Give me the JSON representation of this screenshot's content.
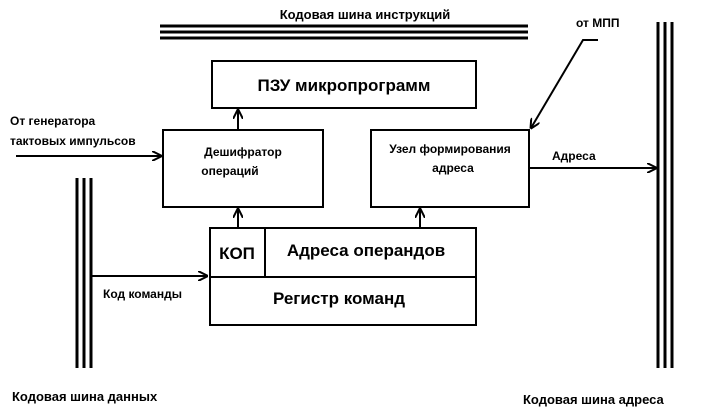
{
  "buses": {
    "instructions_label": "Кодовая шина инструкций",
    "data_label": "Кодовая шина данных",
    "address_label": "Кодовая шина адреса"
  },
  "blocks": {
    "rom_label": "ПЗУ микропрограмм",
    "decoder_label_line1": "Дешифратор",
    "decoder_label_line2": "операций",
    "address_unit_line1": "Узел формирования",
    "address_unit_line2": "адреса",
    "opcode_label": "КОП",
    "operand_addresses_label": "Адреса операндов",
    "instruction_register_label": "Регистр команд"
  },
  "signals": {
    "clock_line1": "От генератора",
    "clock_line2": "тактовых импульсов",
    "from_mpp": "от МПП",
    "address_out": "Адреса",
    "instruction_code": "Код команды"
  }
}
